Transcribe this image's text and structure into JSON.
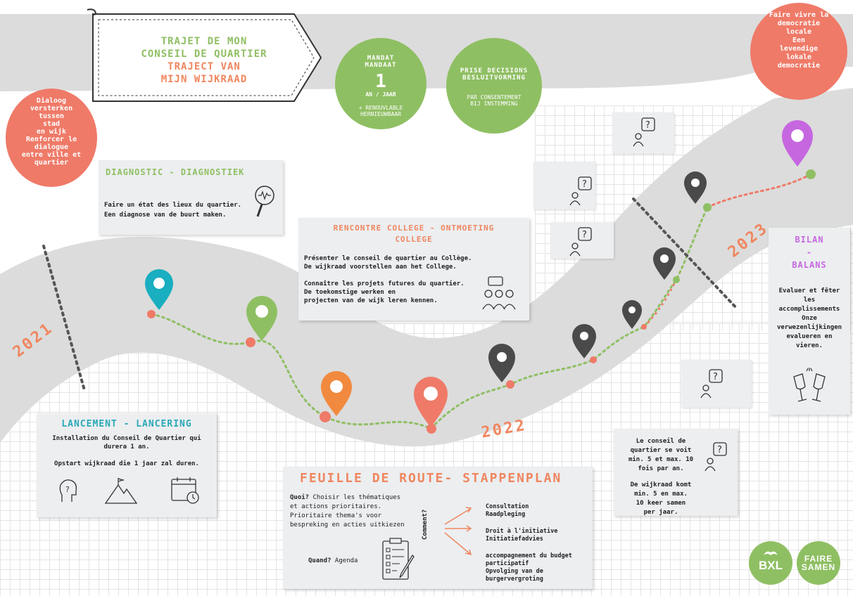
{
  "title": {
    "line1": "TRAJET DE MON",
    "line2": "CONSEIL DE QUARTIER",
    "line3": "TRAJECT VAN",
    "line4": "MIJN WIJKRAAD"
  },
  "mandat": {
    "h1": "MANDAT",
    "h2": "MANDAAT",
    "number": "1",
    "unit": "AN / JAAR",
    "renew1": "+ RENOUVLABLE",
    "renew2": "HERNIEUWBAAR"
  },
  "decisions": {
    "h1": "PRISE DECISIONS",
    "h2": "BESLUITVORMING",
    "sub1": "PAR CONSENTEMENT",
    "sub2": "BIJ INSTEMMING"
  },
  "goal_circle": {
    "lines": [
      "Faire vivre la",
      "democratie",
      "locale",
      "Een",
      "levendige",
      "lokale",
      "democratie"
    ]
  },
  "dialog_circle": {
    "lines": [
      "Dialoog",
      "versterken",
      "tussen",
      "stad",
      "en wijk",
      "Renforcer le",
      "dialogue",
      "entre ville et",
      "quartier"
    ]
  },
  "diagnostic": {
    "heading": "DIAGNOSTIC - DIAGNOSTIEK",
    "text1": "Faire un état des lieux du quartier.",
    "text2": "Een diagnose van de buurt maken."
  },
  "college": {
    "heading1": "RENCONTRE COLLEGE - ONTMOETING",
    "heading2": "COLLEGE",
    "t1": "Présenter le conseil de quartier au Collège.",
    "t2": "De wijkraad voorstellen aan het College.",
    "t3": "Connaître les projets futures du quartier.",
    "t4": "De toekomstige werken en",
    "t5": "projecten van de wijk leren kennen."
  },
  "launch": {
    "heading": "LANCEMENT - LANCERING",
    "t1": "Installation du Conseil de Quartier qui",
    "t2": "durera 1 an.",
    "t3": "Opstart wijkraad die 1 jaar zal duren."
  },
  "roadmap": {
    "heading": "FEUILLE DE ROUTE- STAPPENPLAN",
    "quoi_label": "Quoi?",
    "quoi1": " Choisir les thématiques",
    "quoi2": "et actions prioritaires.",
    "quoi3": "Prioritaire thema's voor",
    "quoi4": "bespreking en acties uitkiezen",
    "quand_label": "Quand?",
    "quand": " Agenda",
    "comment": "Comment?",
    "o1a": "Consultation",
    "o1b": "Raadpleging",
    "o2a": "Droit à l'initiative",
    "o2b": "Initiatiefadvies",
    "o3a": "accompagnement du budget",
    "o3b": "participatif",
    "o3c": "Opvolging van de",
    "o3d": "burgervergroting"
  },
  "bilan": {
    "h1": "BILAN",
    "h2": "-",
    "h3": "BALANS",
    "lines": [
      "Evaluer et fêter",
      "les",
      "accomplissements",
      "Onze",
      "verwezenlijkingen",
      "evalueren en",
      "vieren."
    ]
  },
  "frequency": {
    "lines_fr": [
      "Le conseil de",
      "quartier se voit",
      "min. 5 et max. 10",
      "fois par an."
    ],
    "lines_nl": [
      "De wijkraad komt",
      "min. 5 en max.",
      "10 keer samen",
      "per jaar."
    ]
  },
  "years": {
    "y2021": "2021",
    "y2022": "2022",
    "y2023": "2023"
  },
  "logos": {
    "bxl": "BXL",
    "faire": "FAIRE",
    "samen": "SAMEN"
  },
  "colors": {
    "green": "#8fbf63",
    "orange": "#f0865f",
    "salmon": "#ef7a68",
    "teal": "#19aec0",
    "purple": "#c667e0",
    "dark": "#4a4a4a",
    "road": "#dcdcdc"
  }
}
